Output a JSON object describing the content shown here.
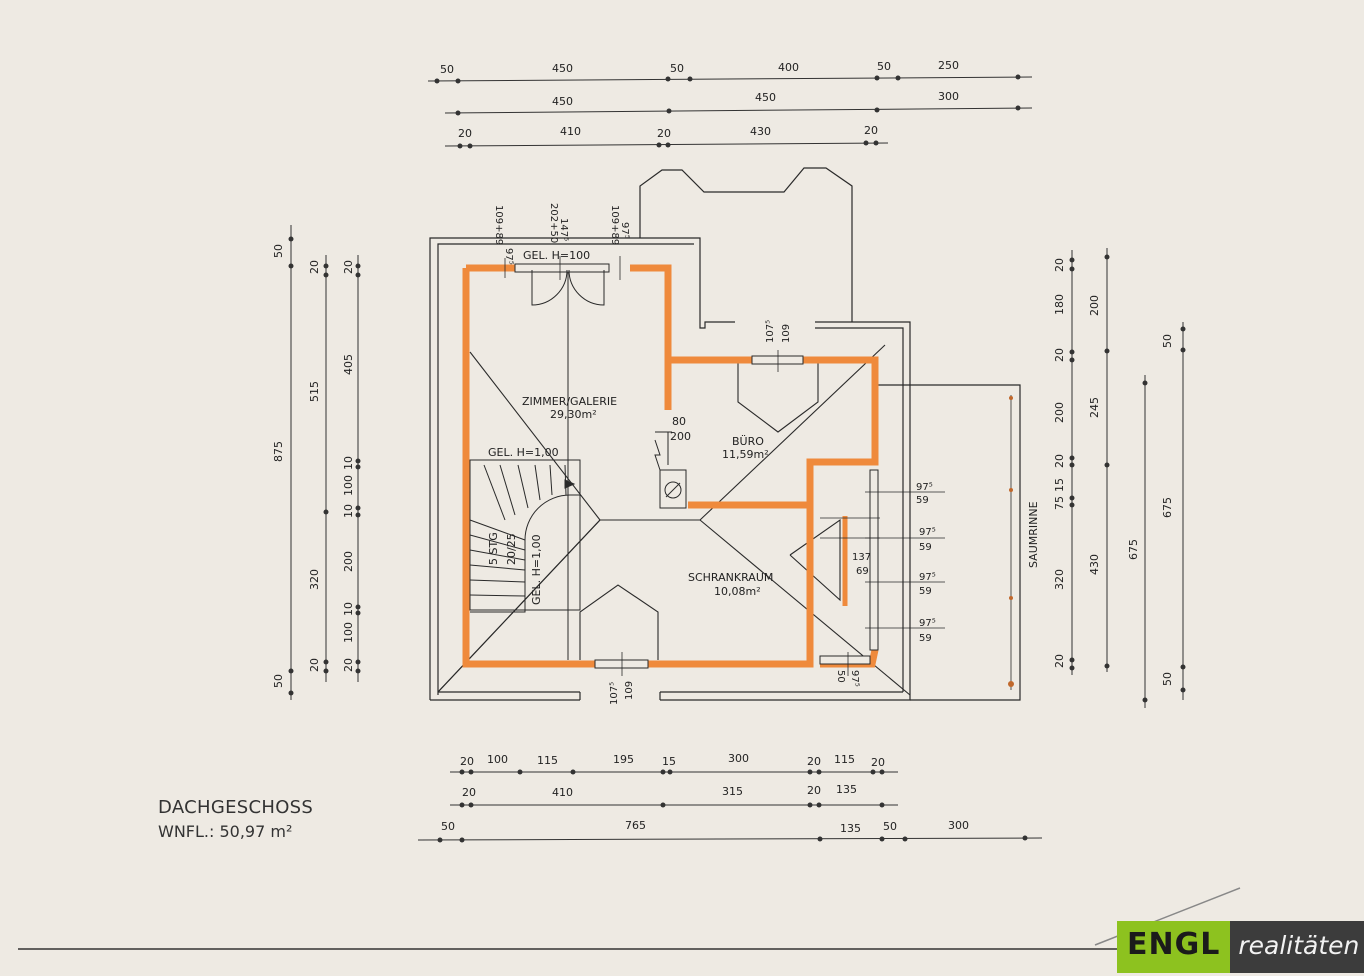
{
  "floor": {
    "title": "DACHGESCHOSS",
    "area": "WNFL.: 50,97 m²"
  },
  "rooms": {
    "zimmer": {
      "name": "ZIMMER/GALERIE",
      "area": "29,30m²"
    },
    "buero": {
      "name": "BÜRO",
      "area": "11,59m²"
    },
    "schrank": {
      "name": "SCHRANKRAUM",
      "area": "10,08m²"
    }
  },
  "labels": {
    "gel_top": "GEL. H=100",
    "gel_stair": "GEL. H=1,00",
    "gel_vert": "GEL. H=1,00",
    "stg": "5 STG",
    "stg_dim": "20/25",
    "chimney_a": "80",
    "chimney_b": "200",
    "saumrinne": "SAUMRINNE"
  },
  "windows": {
    "top_left": "97⁵",
    "top_left_b": "109+89",
    "top_mid": "147⁵",
    "top_mid_b": "202+50",
    "top_right": "97⁵",
    "top_right_b": "109+89",
    "buero_a": "107⁵",
    "buero_b": "109",
    "bottom_a": "107⁵",
    "bottom_b": "109",
    "corner_a": "97⁵",
    "corner_b": "50",
    "r1a": "97⁵",
    "r1b": "59",
    "r2a": "97⁵",
    "r2b": "59",
    "r3a": "97⁵",
    "r3b": "59",
    "r4a": "97⁵",
    "r4b": "59",
    "inner_a": "137",
    "inner_b": "69"
  },
  "dims_top": {
    "row1": [
      "50",
      "450",
      "50",
      "400",
      "50",
      "250"
    ],
    "row2": [
      "450",
      "450",
      "300"
    ],
    "row3": [
      "20",
      "410",
      "20",
      "430",
      "20"
    ]
  },
  "dims_bottom": {
    "row1": [
      "20",
      "100",
      "115",
      "195",
      "15",
      "300",
      "20",
      "115",
      "20"
    ],
    "row2": [
      "20",
      "410",
      "315",
      "20",
      "135"
    ],
    "row3": [
      "50",
      "765",
      "135",
      "50",
      "300"
    ]
  },
  "dims_left": {
    "col1": [
      "50",
      "875",
      "50"
    ],
    "col2": [
      "20",
      "515",
      "320",
      "20"
    ],
    "col3": [
      "20",
      "405",
      "10",
      "100",
      "10",
      "200",
      "10",
      "100",
      "20"
    ]
  },
  "dims_right": {
    "col1": [
      "20",
      "180",
      "20",
      "200",
      "20",
      "15",
      "75",
      "320",
      "20"
    ],
    "col2": [
      "200",
      "245",
      "430"
    ],
    "col3": [
      "675"
    ],
    "col4": [
      "50",
      "675",
      "50"
    ]
  },
  "brand": {
    "name": "ENGL",
    "suffix": "realitäten"
  },
  "colors": {
    "wall": "#ef8a3c",
    "line": "#2a2a2a",
    "paper": "#eeeae3",
    "brand_green": "#8dc21f",
    "brand_dark": "#3c3c3c"
  }
}
